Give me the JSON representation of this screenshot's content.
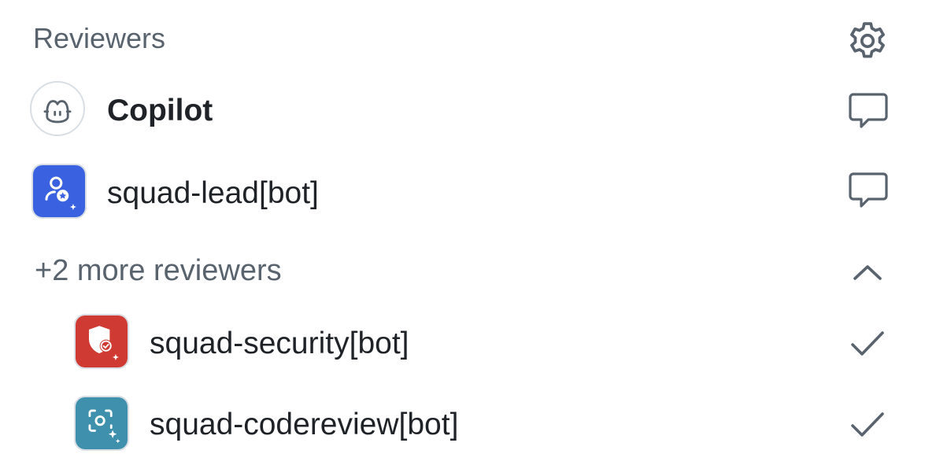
{
  "reviewers_panel": {
    "title": "Reviewers",
    "settings_icon": "gear-icon",
    "reviewers": [
      {
        "name": "Copilot",
        "avatar_icon": "copilot-icon",
        "action_icon": "comment-icon"
      },
      {
        "name": "squad-lead[bot]",
        "avatar_icon": "user-star-sparkle-icon",
        "avatar_color": "#3a62e0",
        "action_icon": "comment-icon"
      }
    ],
    "more_label": "+2 more reviewers",
    "more_expanded": true,
    "more_toggle_icon": "chevron-up-icon",
    "additional_reviewers": [
      {
        "name": "squad-security[bot]",
        "avatar_icon": "shield-check-sparkle-icon",
        "avatar_color": "#cf3a32",
        "status_icon": "check-icon"
      },
      {
        "name": "squad-codereview[bot]",
        "avatar_icon": "focus-scan-sparkle-icon",
        "avatar_color": "#3f90ad",
        "status_icon": "check-icon"
      }
    ]
  }
}
